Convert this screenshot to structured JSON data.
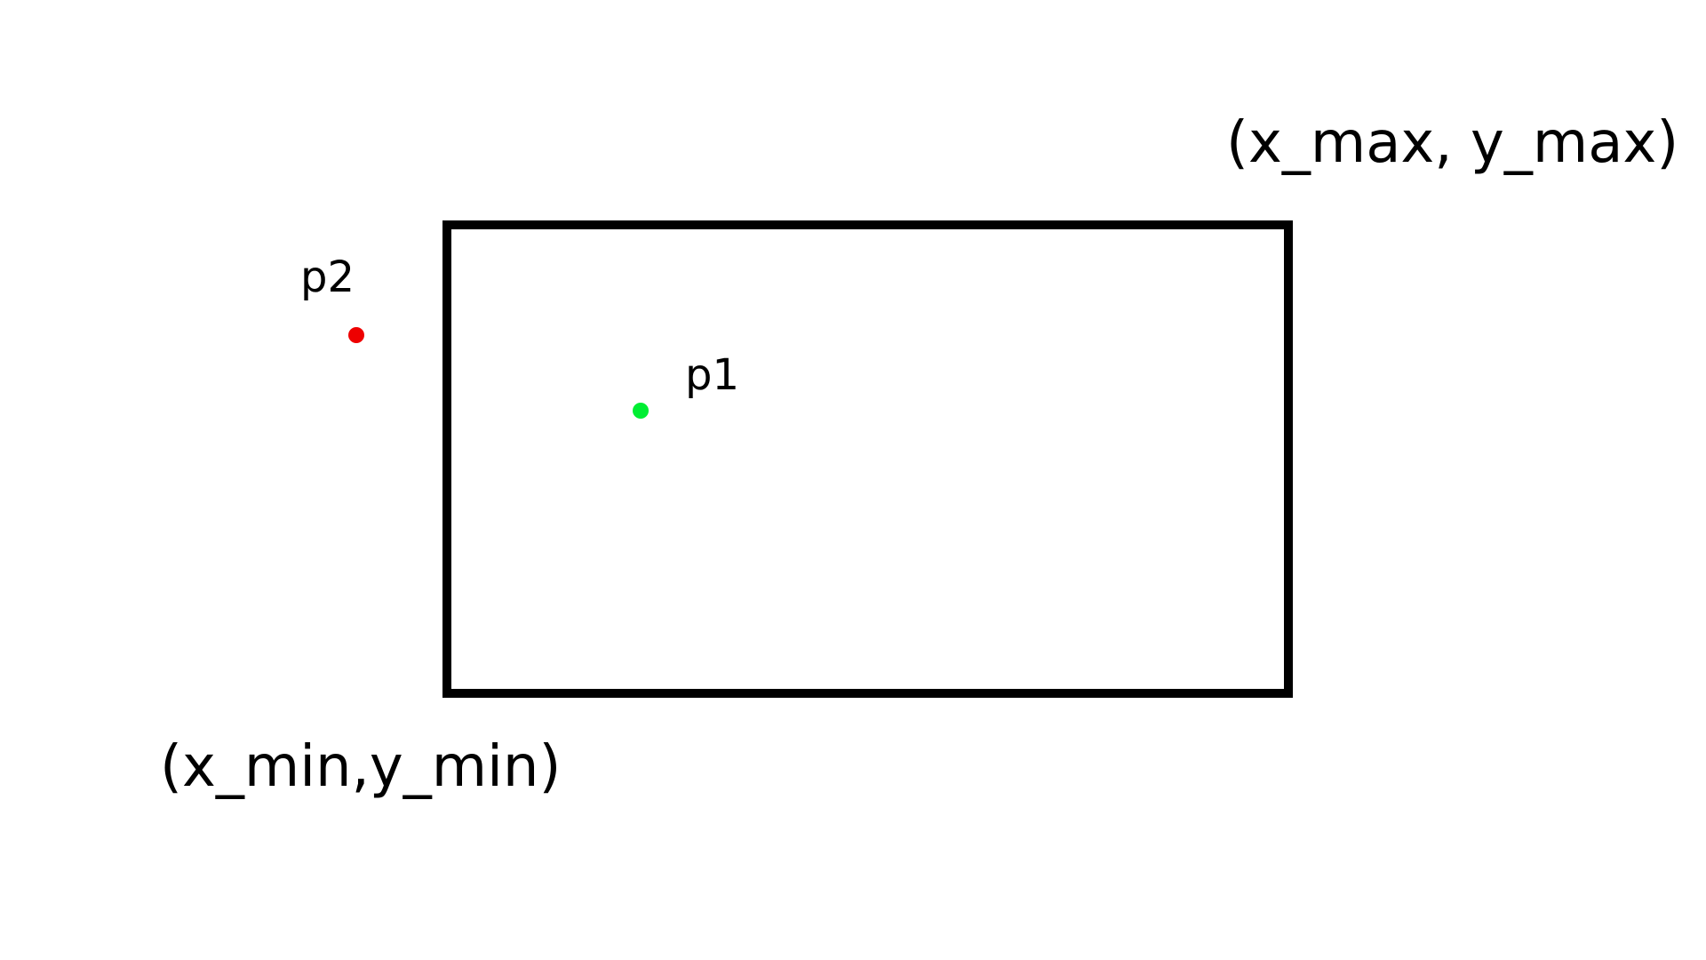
{
  "diagram": {
    "corner_labels": {
      "top_right": "(x_max, y_max)",
      "bottom_left": "(x_min,y_min)"
    },
    "points": [
      {
        "id": "p1",
        "label": "p1",
        "color": "#00ee33",
        "meaning": "inside"
      },
      {
        "id": "p2",
        "label": "p2",
        "color": "#ee0000",
        "meaning": "outside"
      }
    ],
    "colors": {
      "rectangle_stroke": "#000000",
      "background": "#ffffff"
    }
  }
}
